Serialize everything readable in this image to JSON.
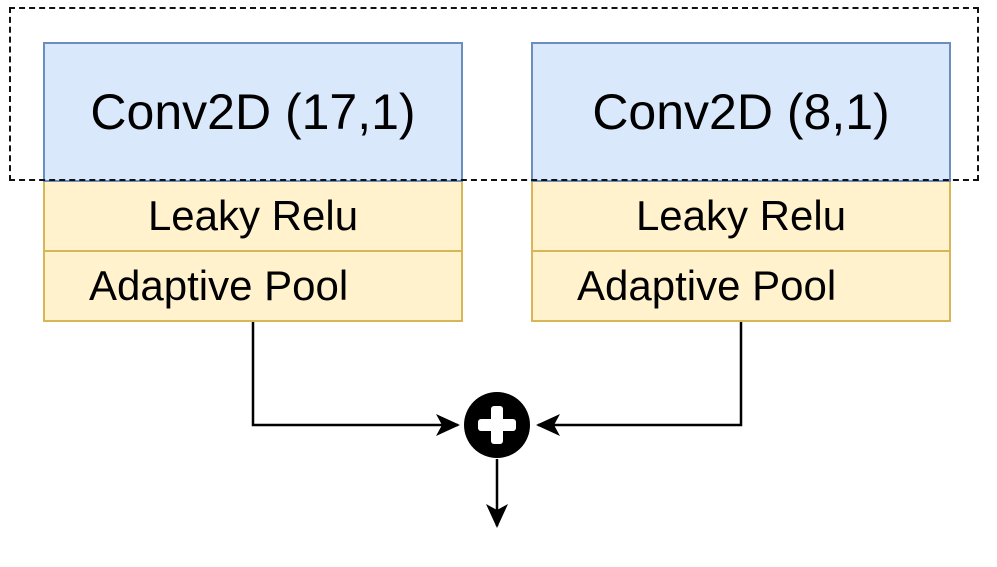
{
  "branches": [
    {
      "conv_label": "Conv2D (17,1)",
      "activation_label": "Leaky Relu",
      "pool_label": "Adaptive Pool"
    },
    {
      "conv_label": "Conv2D (8,1)",
      "activation_label": "Leaky Relu",
      "pool_label": "Adaptive Pool"
    }
  ],
  "sum_node": {
    "symbol": "+",
    "icon": "plus-circle-icon"
  },
  "colors": {
    "conv_fill": "#dae8fc",
    "conv_border": "#6c8ebf",
    "op_fill": "#fff2cc",
    "op_border": "#d6b656",
    "line": "#000000"
  }
}
